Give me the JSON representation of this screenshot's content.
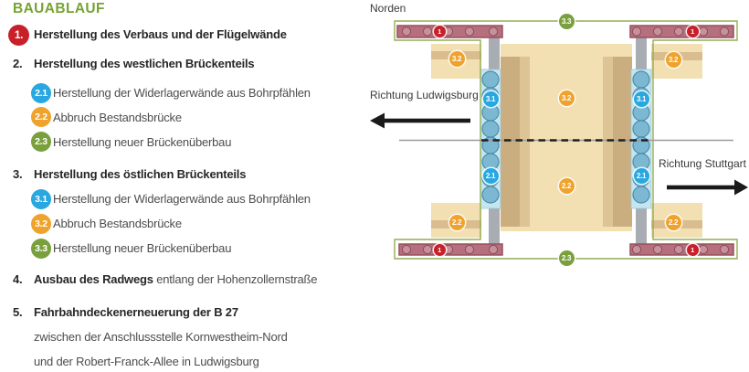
{
  "title": "BAUABLAUF",
  "steps": {
    "s1": {
      "num": "1.",
      "text": "Herstellung des Verbaus und der Flügelwände"
    },
    "s2": {
      "num": "2.",
      "title": "Herstellung des westlichen Brückenteils",
      "subs": [
        {
          "badge": "2.1",
          "text": "Herstellung der Widerlagerwände aus Bohrpfählen"
        },
        {
          "badge": "2.2",
          "text": "Abbruch Bestandsbrücke"
        },
        {
          "badge": "2.3",
          "text": "Herstellung neuer Brückenüberbau"
        }
      ]
    },
    "s3": {
      "num": "3.",
      "title": "Herstellung des östlichen Brückenteils",
      "subs": [
        {
          "badge": "3.1",
          "text": "Herstellung der Widerlagerwände aus Bohrpfählen"
        },
        {
          "badge": "3.2",
          "text": "Abbruch Bestandsbrücke"
        },
        {
          "badge": "3.3",
          "text": "Herstellung neuer Brückenüberbau"
        }
      ]
    },
    "s4": {
      "num": "4.",
      "bold": "Ausbau des Radwegs",
      "rest": "entlang der Hohenzollernstraße"
    },
    "s5": {
      "num": "5.",
      "bold": "Fahrbahndeckenerneuerung der B 27",
      "line2": "zwischen der Anschlussstelle Kornwestheim-Nord",
      "line3": "und der Robert-Franck-Allee in Ludwigsburg"
    }
  },
  "diagram": {
    "north_label": "Norden",
    "direction_left": "Richtung Ludwigsburg",
    "direction_right": "Richtung Stuttgart",
    "badge_1": "1",
    "badge_21": "2.1",
    "badge_22": "2.2",
    "badge_23": "2.3",
    "badge_31": "3.1",
    "badge_32": "3.2",
    "badge_33": "3.3"
  },
  "colors": {
    "title_green": "#76a333",
    "phase1_red": "#c8202a",
    "phase_blue": "#28a7e0",
    "phase_orange": "#f0a32c",
    "phase_green": "#7aa03d",
    "new_bridge_outline": "#93ad56",
    "existing_bridge_beige": "#f2dfb2",
    "pile_blue": "#7cb8d2",
    "verbau_pink": "#b56f7d"
  }
}
